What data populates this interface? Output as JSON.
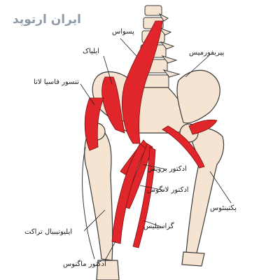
{
  "logo": {
    "text": "ایران ارتوپد",
    "brand_color": "#8e9aa8",
    "accent_color": "#e03a2f"
  },
  "colors": {
    "muscle": "#e0262a",
    "bone": "#f5e4d2",
    "outline": "#3a3a3a"
  },
  "labels": {
    "psoas": "پسواس",
    "iliac": "ایلیاک",
    "tfl": "تنسور فاسیا لاتا",
    "piriformis": "پیریفورمیس",
    "adductor_brevis": "ادکتور برویس",
    "adductor_longus": "ادکتور لانگوس",
    "pectineus": "پکتینئوس",
    "gracilis": "گراسیلیس",
    "it_tract": "ایلیوتیبیال تراکت",
    "adductor_magnus": "ادکتور ماگنوس"
  }
}
